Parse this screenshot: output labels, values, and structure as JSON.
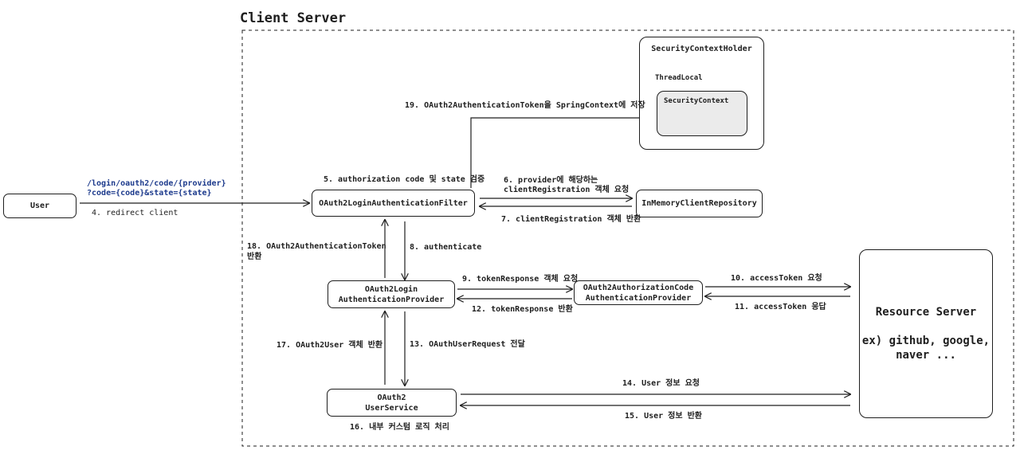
{
  "title": "Client Server",
  "nodes": {
    "user": "User",
    "security_context_holder": "SecurityContextHolder",
    "thread_local": "ThreadLocal",
    "security_context": "SecurityContext",
    "filter": "OAuth2LoginAuthenticationFilter",
    "repository": "InMemoryClientRepository",
    "login_provider": [
      "OAuth2Login",
      "AuthenticationProvider"
    ],
    "code_provider": [
      "OAuth2AuthorizationCode",
      "AuthenticationProvider"
    ],
    "user_service": [
      "OAuth2",
      "UserService"
    ],
    "resource_server_title": "Resource Server",
    "resource_server_examples": [
      "ex) github, google,",
      "naver ..."
    ]
  },
  "labels": {
    "redirect_url": [
      "/login/oauth2/code/{provider}",
      "?code={code}&state={state}"
    ],
    "s4": "4. redirect client",
    "s5": "5. authorization code 및 state 검증",
    "s6": [
      "6. provider에 해당하는",
      "clientRegistration 객체 요청"
    ],
    "s7": "7. clientRegistration 객체 반환",
    "s8": "8. authenticate",
    "s9": "9. tokenResponse 객체 요청",
    "s10": "10. accessToken 요청",
    "s11": "11. accessToken 응답",
    "s12": "12. tokenResponse 반환",
    "s13": "13. OAuthUserRequest 전달",
    "s14": "14. User 정보 요청",
    "s15": "15. User 정보 반환",
    "s16": "16. 내부 커스텀 로직 처리",
    "s17": "17. OAuth2User 객체 반환",
    "s18": [
      "18. OAuth2AuthenticationToken",
      "반환"
    ],
    "s19": "19. OAuth2AuthenticationToken을 SpringContext에 저장"
  }
}
